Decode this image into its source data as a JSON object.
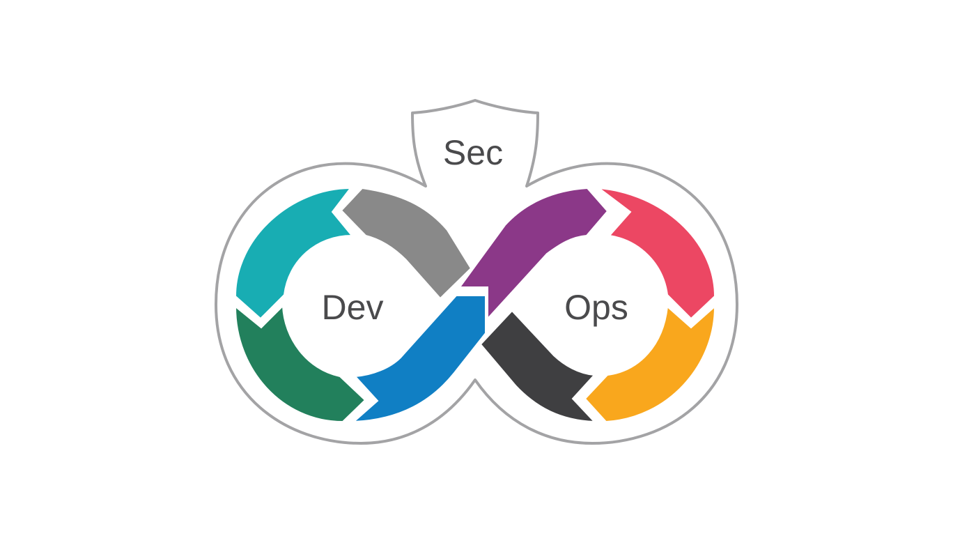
{
  "labels": {
    "sec": "Sec",
    "dev": "Dev",
    "ops": "Ops"
  },
  "colors": {
    "outline": "#a3a3a5",
    "text": "#4a4a4c",
    "teal": "#18adb3",
    "gray": "#898989",
    "green": "#22805c",
    "blue": "#107fc4",
    "purple": "#8b3888",
    "pink": "#ec4763",
    "charcoal": "#3f3f41",
    "orange": "#f9a71d"
  }
}
